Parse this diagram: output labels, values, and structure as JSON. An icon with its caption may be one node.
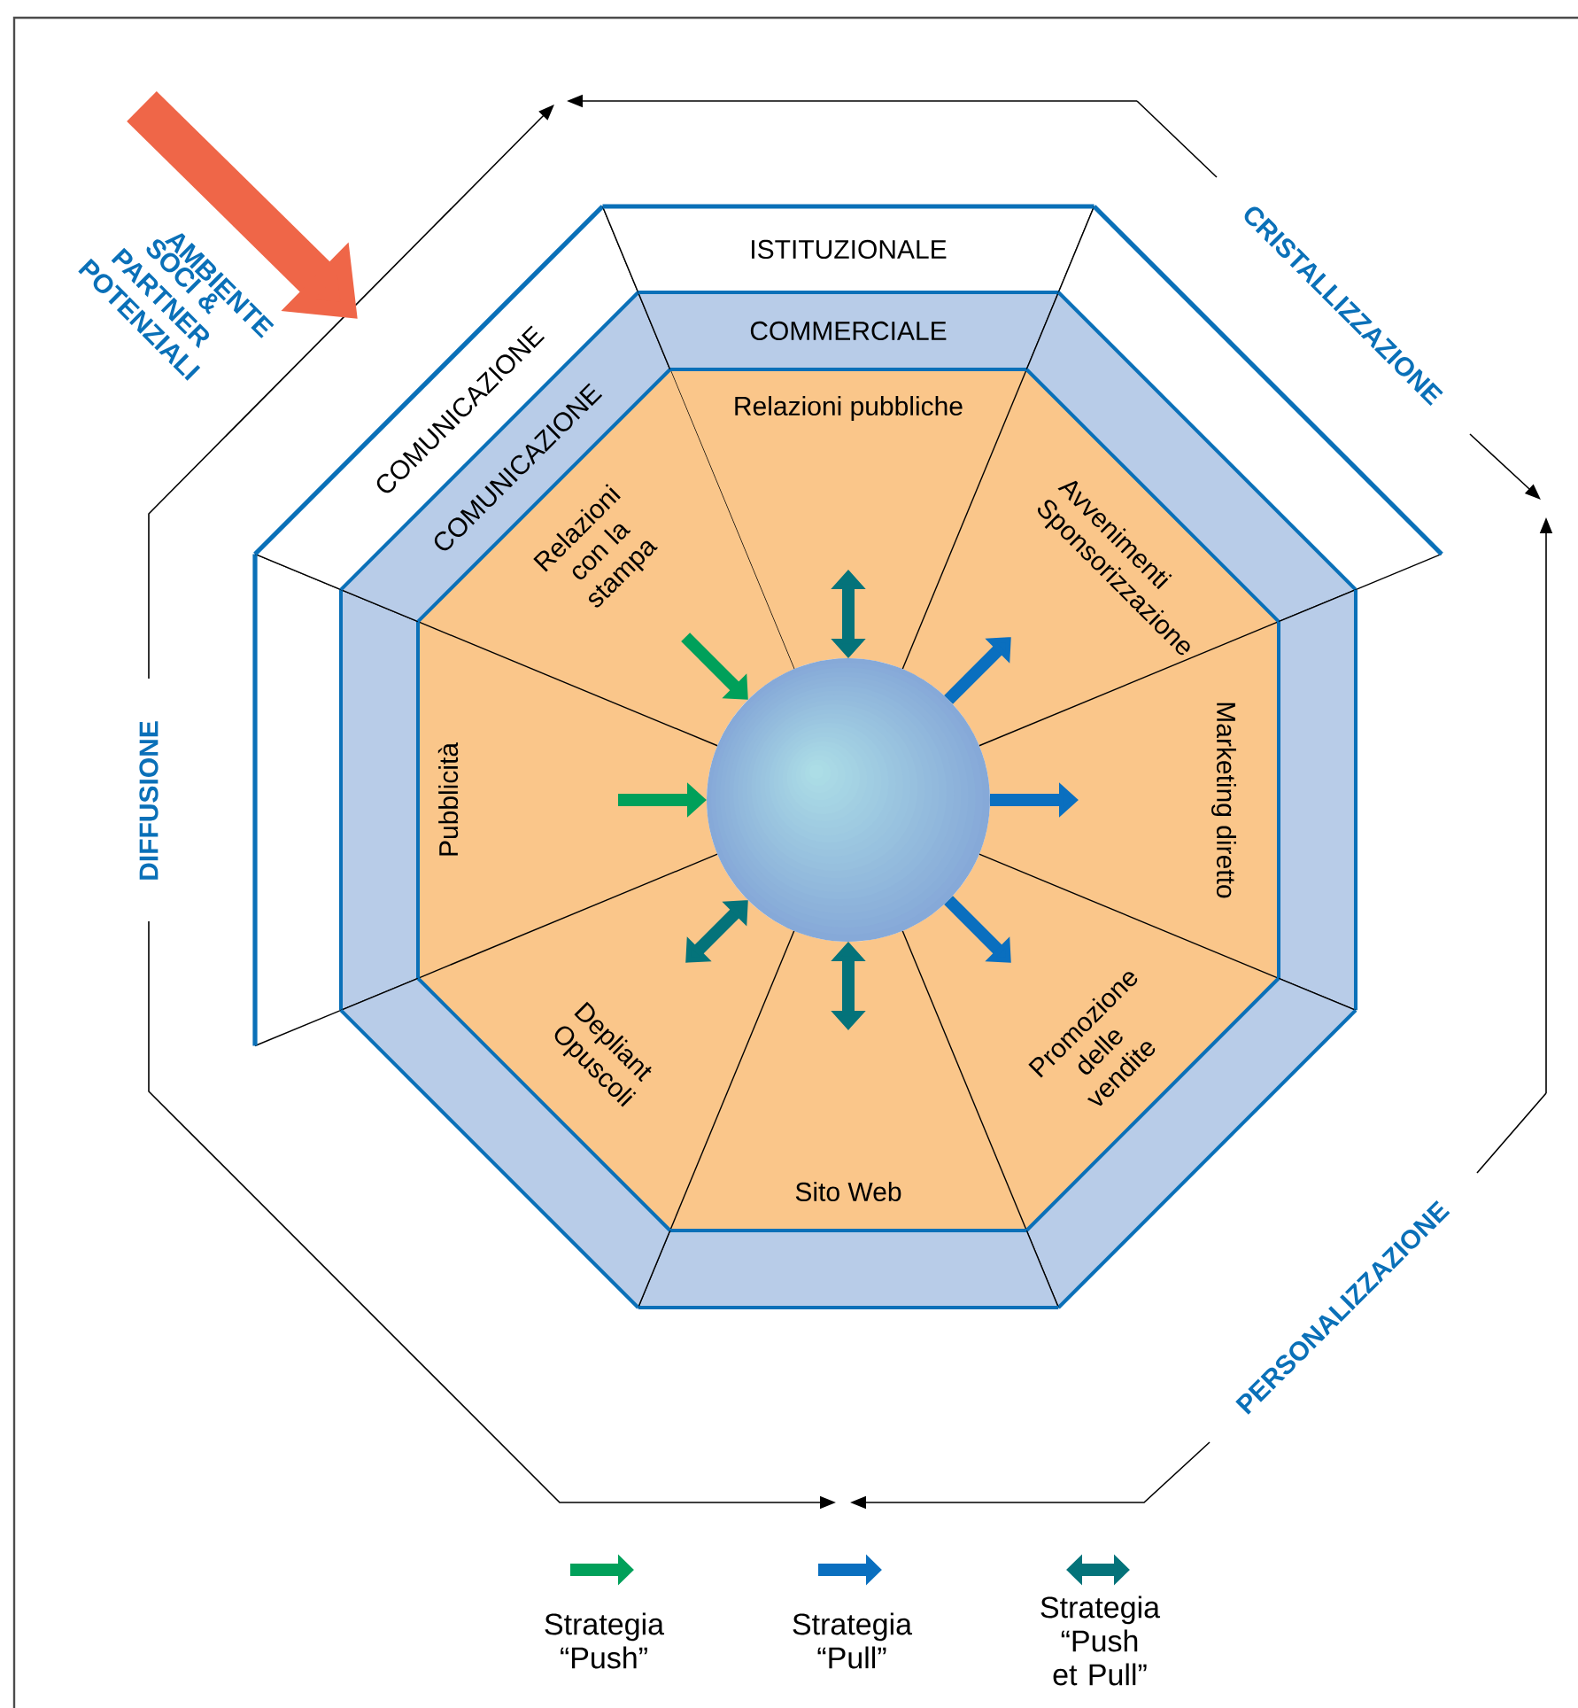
{
  "diagram": {
    "nodes": [
      {
        "text": [],
        "shape": "box"
      },
      {
        "text": [
          "COMUNICAZIONE"
        ]
      },
      {
        "text": [
          "ISTITUZIONALE"
        ]
      },
      {
        "text": [],
        "shape": "box"
      },
      {
        "text": [],
        "shape": "box"
      },
      {
        "text": [
          "COMUNICAZIONE"
        ]
      },
      {
        "text": [
          "COMMERCIALE"
        ]
      },
      {
        "text": [],
        "shape": "box"
      },
      {
        "text": [],
        "shape": "box"
      },
      {
        "text": [],
        "shape": "box"
      },
      {
        "text": [],
        "shape": "box"
      },
      {
        "text": [],
        "shape": "box"
      },
      {
        "text": [
          "Relazioni pubbliche"
        ]
      },
      {
        "text": [
          "Avvenimenti Sponsorizzazione"
        ]
      },
      {
        "text": [
          "Marketing diretto"
        ]
      },
      {
        "text": [
          "Promozione delle vendite"
        ]
      },
      {
        "text": [
          "Sito Web"
        ]
      },
      {
        "text": [
          "Depliant Opuscoli"
        ]
      },
      {
        "text": [
          "Pubblicità"
        ]
      },
      {
        "text": [
          "Relazioni con la stampa"
        ]
      },
      {
        "text": [],
        "shape": "circle"
      }
    ],
    "edges": [
      {
        "from": 20,
        "to": 12,
        "arrow": "both",
        "color": "#04737a"
      },
      {
        "from": 20,
        "to": 13,
        "arrow": "to",
        "color": "#0a6fbf"
      },
      {
        "from": 20,
        "to": 14,
        "arrow": "to",
        "color": "#0a6fbf"
      },
      {
        "from": 20,
        "to": 15,
        "arrow": "to",
        "color": "#0a6fbf"
      },
      {
        "from": 20,
        "to": 16,
        "arrow": "both",
        "color": "#04737a"
      },
      {
        "from": 20,
        "to": 17,
        "arrow": "both",
        "color": "#04737a"
      },
      {
        "from": 18,
        "to": 20,
        "arrow": "to",
        "color": "#00a05a"
      },
      {
        "from": 19,
        "to": 20,
        "arrow": "to",
        "color": "#00a05a"
      }
    ],
    "labels": [
      "AMBIENTE",
      "SOCI & PARTNER POTENZIALI",
      "CRISTALLIZZAZIONE",
      "DIFFUSIONE",
      "PERSONALIZZAZIONE"
    ],
    "legend": [
      {
        "text": "Strategia “Push”"
      },
      {
        "text": "Strategia “Pull”"
      },
      {
        "text": "Strategia “Push et Pull”"
      }
    ]
  }
}
